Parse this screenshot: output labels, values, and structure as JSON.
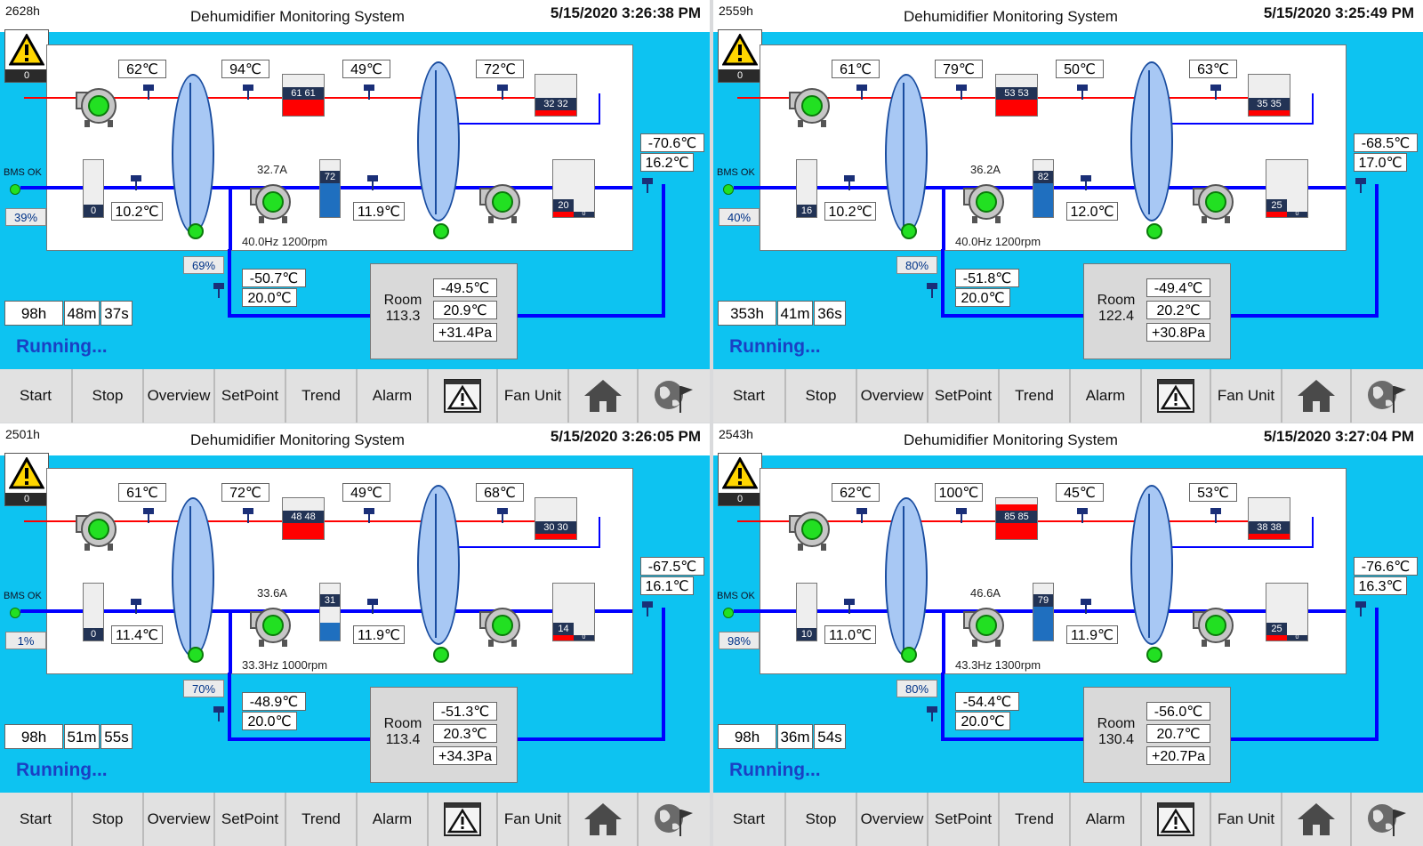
{
  "app_title": "Dehumidifier Monitoring System",
  "buttons": {
    "start": "Start",
    "stop": "Stop",
    "overview": "Overview",
    "setpoint": "SetPoint",
    "trend": "Trend",
    "alarm": "Alarm",
    "fan_unit": "Fan Unit"
  },
  "labels": {
    "bms": "BMS OK",
    "room": "Room",
    "status": "Running..."
  },
  "colors": {
    "background": "#0dc3f1",
    "supply_pipe": "#ff0000",
    "return_pipe": "#0000ff",
    "running_text": "#1a40c4"
  },
  "icons": [
    "warning-icon",
    "home-icon",
    "globe-flag-icon",
    "alarm-screen-icon"
  ],
  "panels": [
    {
      "runhours": "2628h",
      "datetime": "5/15/2020 3:26:38 PM",
      "alarm_count": "0",
      "t_fan_out": "62℃",
      "t_after_wheel1": "94℃",
      "t_mid": "49℃",
      "t_after_wheel2": "72℃",
      "heater1": "61",
      "heater1_b": "61",
      "heater2": "32",
      "heater2_b": "32",
      "t_inlet": "10.2℃",
      "t_mid_low": "11.9℃",
      "amps": "32.7A",
      "tank_mid": "72",
      "tank_left": "0",
      "tank_right": "20",
      "tank_right_b": "0",
      "dp_top": "-70.6℃",
      "t_supply": "16.2℃",
      "bms_percent": "39%",
      "valve_percent": "69%",
      "dp_return": "-50.7℃",
      "t_return": "20.0℃",
      "freq": "40.0Hz  1200rpm",
      "room_value": "113.3",
      "room_dp": "-49.5℃",
      "room_t": "20.9℃",
      "room_pa": "+31.4Pa",
      "timer_h": "98h",
      "timer_m": "48m",
      "timer_s": "37s"
    },
    {
      "runhours": "2559h",
      "datetime": "5/15/2020 3:25:49 PM",
      "alarm_count": "0",
      "t_fan_out": "61℃",
      "t_after_wheel1": "79℃",
      "t_mid": "50℃",
      "t_after_wheel2": "63℃",
      "heater1": "53",
      "heater1_b": "53",
      "heater2": "35",
      "heater2_b": "35",
      "t_inlet": "10.2℃",
      "t_mid_low": "12.0℃",
      "amps": "36.2A",
      "tank_mid": "82",
      "tank_left": "16",
      "tank_right": "25",
      "tank_right_b": "0",
      "dp_top": "-68.5℃",
      "t_supply": "17.0℃",
      "bms_percent": "40%",
      "valve_percent": "80%",
      "dp_return": "-51.8℃",
      "t_return": "20.0℃",
      "freq": "40.0Hz  1200rpm",
      "room_value": "122.4",
      "room_dp": "-49.4℃",
      "room_t": "20.2℃",
      "room_pa": "+30.8Pa",
      "timer_h": "353h",
      "timer_m": "41m",
      "timer_s": "36s"
    },
    {
      "runhours": "2501h",
      "datetime": "5/15/2020 3:26:05 PM",
      "alarm_count": "0",
      "t_fan_out": "61℃",
      "t_after_wheel1": "72℃",
      "t_mid": "49℃",
      "t_after_wheel2": "68℃",
      "heater1": "48",
      "heater1_b": "48",
      "heater2": "30",
      "heater2_b": "30",
      "t_inlet": "11.4℃",
      "t_mid_low": "11.9℃",
      "amps": "33.6A",
      "tank_mid": "31",
      "tank_left": "0",
      "tank_right": "14",
      "tank_right_b": "0",
      "dp_top": "-67.5℃",
      "t_supply": "16.1℃",
      "bms_percent": "1%",
      "valve_percent": "70%",
      "dp_return": "-48.9℃",
      "t_return": "20.0℃",
      "freq": "33.3Hz  1000rpm",
      "room_value": "113.4",
      "room_dp": "-51.3℃",
      "room_t": "20.3℃",
      "room_pa": "+34.3Pa",
      "timer_h": "98h",
      "timer_m": "51m",
      "timer_s": "55s"
    },
    {
      "runhours": "2543h",
      "datetime": "5/15/2020 3:27:04 PM",
      "alarm_count": "0",
      "t_fan_out": "62℃",
      "t_after_wheel1": "100℃",
      "t_mid": "45℃",
      "t_after_wheel2": "53℃",
      "heater1": "85",
      "heater1_b": "85",
      "heater2": "38",
      "heater2_b": "38",
      "t_inlet": "11.0℃",
      "t_mid_low": "11.9℃",
      "amps": "46.6A",
      "tank_mid": "79",
      "tank_left": "10",
      "tank_right": "25",
      "tank_right_b": "0",
      "dp_top": "-76.6℃",
      "t_supply": "16.3℃",
      "bms_percent": "98%",
      "valve_percent": "80%",
      "dp_return": "-54.4℃",
      "t_return": "20.0℃",
      "freq": "43.3Hz  1300rpm",
      "room_value": "130.4",
      "room_dp": "-56.0℃",
      "room_t": "20.7℃",
      "room_pa": "+20.7Pa",
      "timer_h": "98h",
      "timer_m": "36m",
      "timer_s": "54s"
    }
  ]
}
